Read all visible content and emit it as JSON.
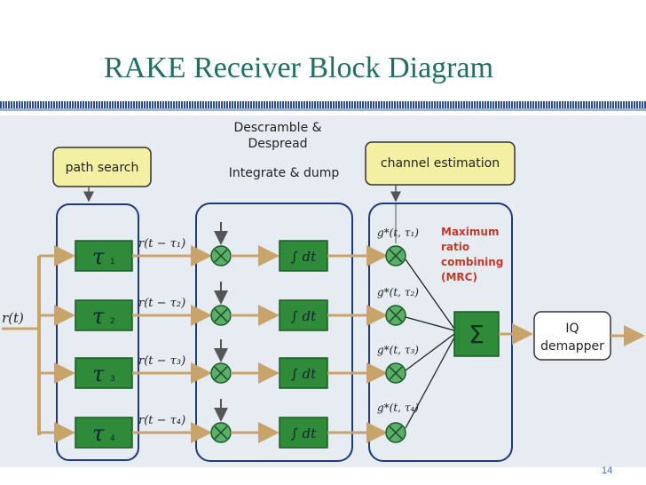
{
  "slide": {
    "title": "RAKE Receiver Block Diagram",
    "page_number": "14"
  },
  "diagram": {
    "header_descramble_line1": "Descramble &",
    "header_descramble_line2": "Despread",
    "header_integrate": "Integrate & dump",
    "path_search": "path search",
    "channel_estimation": "channel estimation",
    "input_signal": "r(t)",
    "delay_symbol": "τ",
    "delay_subscripts": [
      "1",
      "2",
      "3",
      "4"
    ],
    "delayed_signals": [
      "r(t − τ₁)",
      "r(t − τ₂)",
      "r(t − τ₃)",
      "r(t − τ₄)"
    ],
    "integrator_label": "∫ dt",
    "weights": [
      "g*(t, τ₁)",
      "g*(t, τ₂)",
      "g*(t, τ₃)",
      "g*(t, τ₄)"
    ],
    "mrc_note_line1": "Maximum",
    "mrc_note_line2": "ratio",
    "mrc_note_line3": "combining",
    "mrc_note_line4": "(MRC)",
    "sum_symbol": "Σ",
    "iq_line1": "IQ",
    "iq_line2": "demapper",
    "colors": {
      "title": "#1f6f63",
      "delay_block": "#2f8a3a",
      "yellow_block": "#f3f0a3",
      "group_border": "#1f3a7a",
      "arrow": "#c8a46a",
      "mrc_text": "#c0392b"
    }
  }
}
